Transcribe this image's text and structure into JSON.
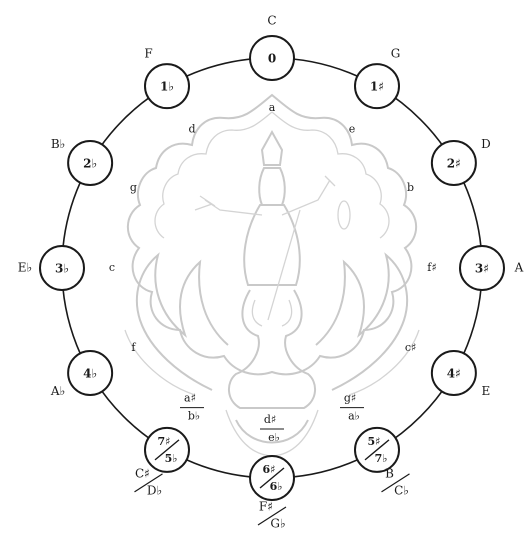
{
  "diagram": {
    "positions": [
      {
        "major": "C",
        "count": "0",
        "minor": "a"
      },
      {
        "major": "G",
        "count": "1♯",
        "minor": "e"
      },
      {
        "major": "D",
        "count": "2♯",
        "minor": "b"
      },
      {
        "major": "A",
        "count": "3♯",
        "minor": "f♯"
      },
      {
        "major": "E",
        "count": "4♯",
        "minor": "c♯"
      },
      {
        "major": "B",
        "major_alt": "C♭",
        "count": "5♯",
        "count_alt": "7♭",
        "minor": "g♯",
        "minor_alt": "a♭"
      },
      {
        "major": "F♯",
        "major_alt": "G♭",
        "count": "6♯",
        "count_alt": "6♭",
        "minor": "d♯",
        "minor_alt": "e♭"
      },
      {
        "major": "C♯",
        "major_alt": "D♭",
        "count": "7♯",
        "count_alt": "5♭",
        "minor": "a♯",
        "minor_alt": "b♭"
      },
      {
        "major": "A♭",
        "count": "4♭",
        "minor": "f"
      },
      {
        "major": "E♭",
        "count": "3♭",
        "minor": "c"
      },
      {
        "major": "B♭",
        "count": "2♭",
        "minor": "g"
      },
      {
        "major": "F",
        "count": "1♭",
        "minor": "d"
      }
    ]
  },
  "watermark": {
    "kind": "emblem",
    "color": "#c9c9c9"
  }
}
